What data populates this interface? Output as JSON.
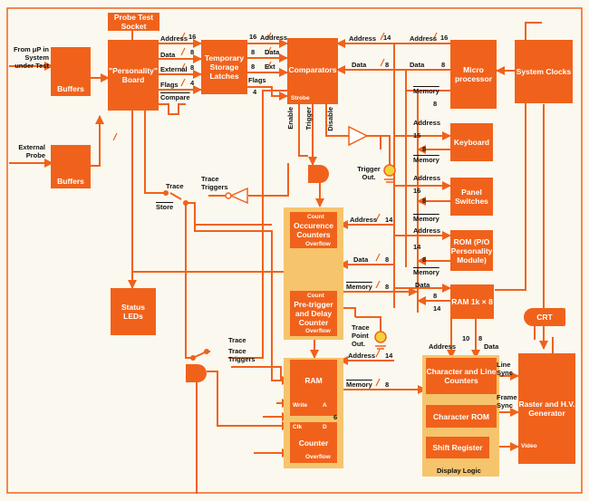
{
  "blocks": {
    "probe_socket": "Probe Test Socket",
    "personality_board": "\"Personality\" Board",
    "buffers_top": "Buffers",
    "buffers_bottom": "Buffers",
    "latches": "Temporary Storage Latches",
    "comparators": "Comparators",
    "microprocessor": "Micro processor",
    "system_clocks": "System Clocks",
    "keyboard": "Keyboard",
    "panel_switches": "Panel Switches",
    "rom": "ROM (P/O Personality Module)",
    "ram_1k": "RAM 1k × 8",
    "occurrence_counters": "Occurence Counters",
    "pretrigger_counter": "Pre-trigger and Delay Counter",
    "ram_trace": "RAM",
    "counter": "Counter",
    "status_leds": "Status LEDs",
    "char_line_counters": "Character and Line Counters",
    "char_rom": "Character ROM",
    "shift_register": "Shift Register",
    "raster_generator": "Raster and H.V. Generator",
    "crt": "CRT"
  },
  "labels": {
    "from_up": "From μP in System under Test",
    "external_probe": "External Probe",
    "address": "Address",
    "data": "Data",
    "external": "External",
    "flags": "Flags",
    "compare": "Compare",
    "ext": "Ext",
    "strobe": "Strobe",
    "enable": "Enable",
    "trigger": "Trigger",
    "disable": "Disable",
    "trigger_out": "Trigger Out.",
    "trace": "Trace",
    "trace_triggers": "Trace Triggers",
    "store": "Store",
    "memory": "Memory",
    "count": "Count",
    "overflow": "Overflow",
    "trace_point_out": "Trace Point Out.",
    "write": "Write",
    "a": "A",
    "d": "D",
    "clk": "Clk",
    "line_sync": "Line Sync",
    "frame_sync": "Frame Sync",
    "video": "Video",
    "display_logic": "Display Logic",
    "n16": "16",
    "n8": "8",
    "n4": "4",
    "n14": "14",
    "n10": "10",
    "n6": "6"
  },
  "colors": {
    "block": "#f0621b",
    "zone": "#f6c46c",
    "wire": "#f0621b",
    "background": "#fbf8ef",
    "circle_fill": "#f3d23a"
  }
}
